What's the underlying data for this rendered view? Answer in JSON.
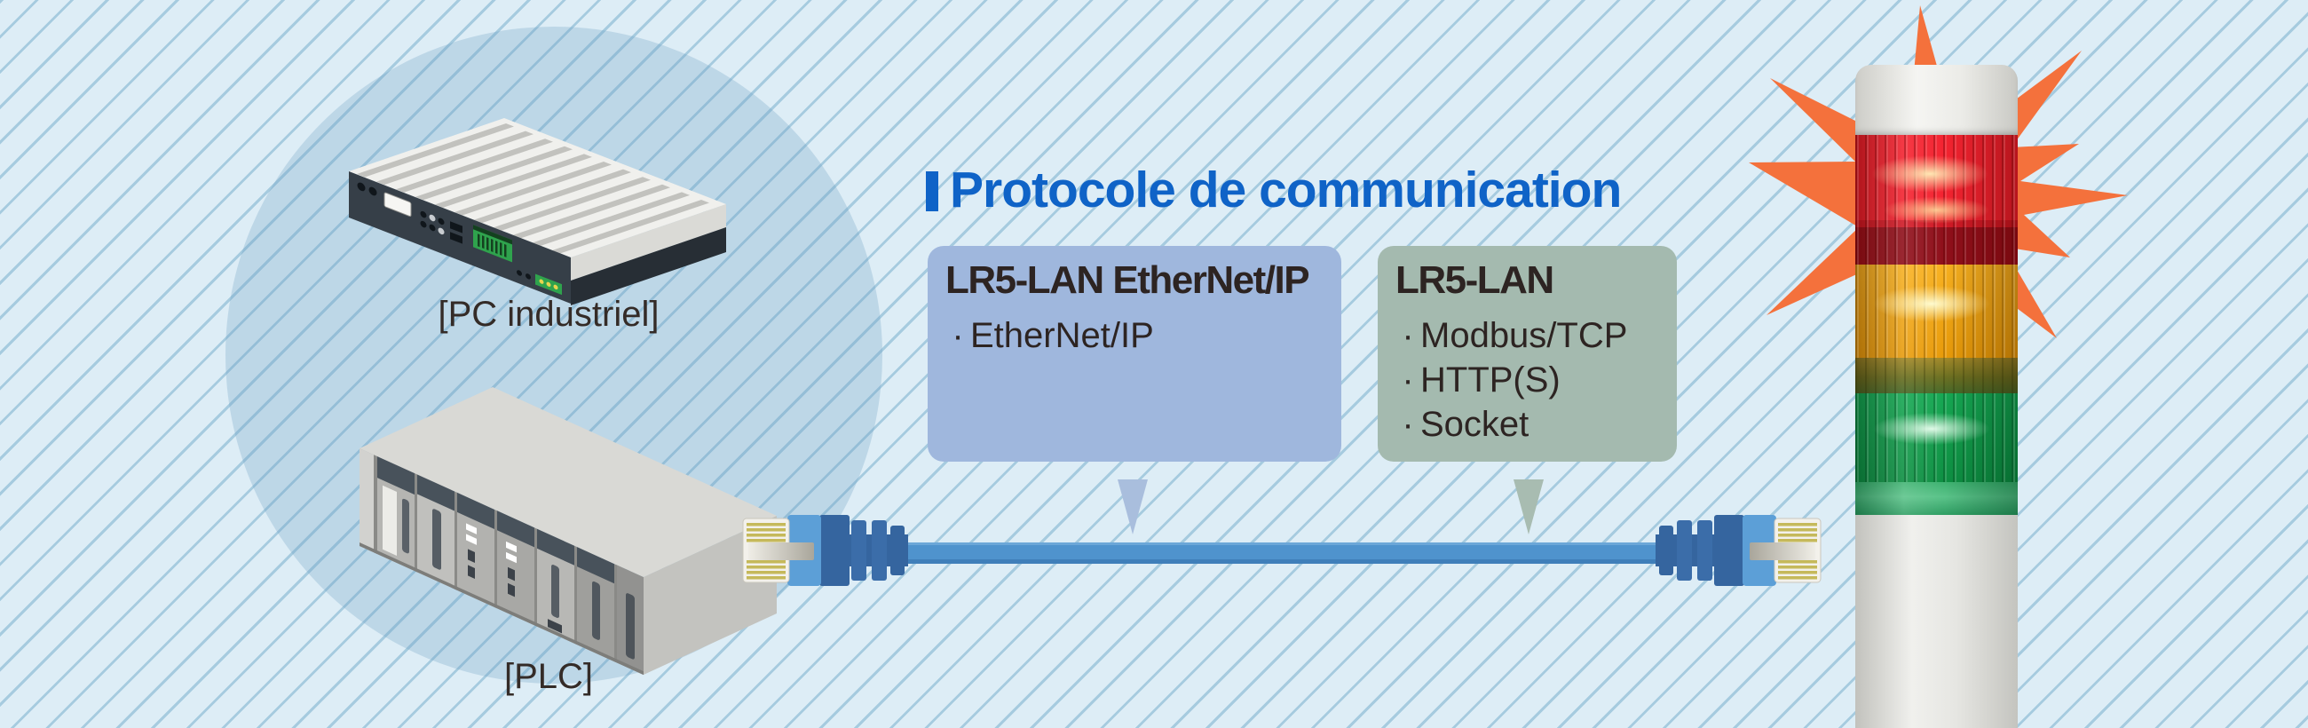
{
  "title": {
    "label": "Protocole de communication"
  },
  "devices": {
    "pc_label": "[PC industriel]",
    "plc_label": "[PLC]"
  },
  "bullet": "·",
  "protocol_boxes": [
    {
      "title": "LR5-LAN EtherNet/IP",
      "items": [
        "EtherNet/IP"
      ]
    },
    {
      "title": "LR5-LAN",
      "items": [
        "Modbus/TCP",
        "HTTP(S)",
        "Socket"
      ]
    }
  ],
  "icons": {
    "pc": "industrial-pc-illustration",
    "plc": "plc-illustration",
    "cable": "ethernet-cable",
    "connectors": "rj45-connector-icon",
    "tower": "signal-tower-illustration",
    "starburst": "alert-starburst-icon",
    "pointers": "pointer-down-icon"
  },
  "colors": {
    "background": "#ddedf6",
    "stripe": "#a6cbdf",
    "circle_overlay": "rgba(108,158,194,0.28)",
    "accent_blue": "#0f63c7",
    "box1_bg": "#9fb7dd",
    "box2_bg": "#a4baaf",
    "text_dark": "#2d2422",
    "cable_blue": "#4f93cd",
    "starburst_orange": "#f4713c",
    "tower_red": "#f42330",
    "tower_amber": "#f8b120",
    "tower_green": "#16a853"
  }
}
